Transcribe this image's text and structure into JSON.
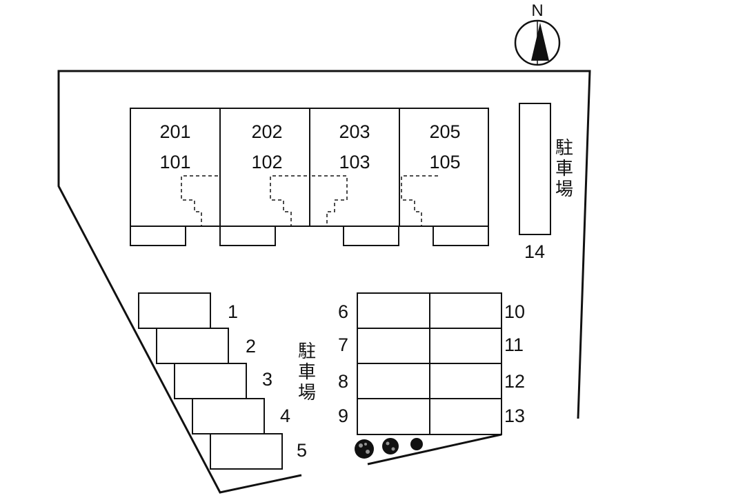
{
  "compass": {
    "label": "N"
  },
  "building": {
    "units": [
      {
        "upper": "201",
        "lower": "101"
      },
      {
        "upper": "202",
        "lower": "102"
      },
      {
        "upper": "203",
        "lower": "103"
      },
      {
        "upper": "205",
        "lower": "105"
      }
    ]
  },
  "parking_label": "駐車場",
  "parking_lots": {
    "left_stair": [
      "1",
      "2",
      "3",
      "4",
      "5"
    ],
    "grid_left": [
      "6",
      "7",
      "8",
      "9"
    ],
    "grid_right": [
      "10",
      "11",
      "12",
      "13"
    ],
    "side": "14"
  },
  "colors": {
    "line": "#111111",
    "background": "#ffffff"
  }
}
